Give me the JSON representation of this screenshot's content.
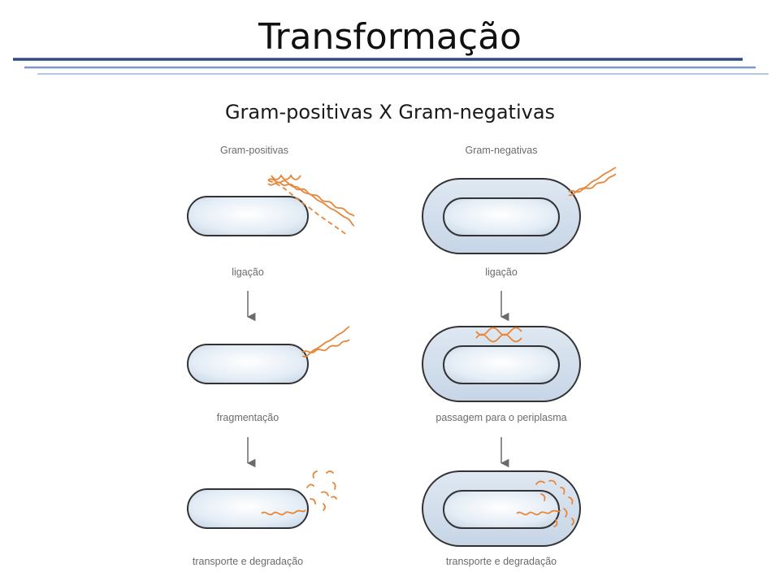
{
  "slide": {
    "title": "Transformação",
    "subtitle": "Gram-positivas X Gram-negativas"
  },
  "columns": {
    "gram_positive": {
      "heading": "Gram-positivas",
      "steps": [
        "ligação",
        "fragmentação",
        "transporte e degradação"
      ]
    },
    "gram_negative": {
      "heading": "Gram-negativas",
      "steps": [
        "ligação",
        "passagem para o periplasma",
        "transporte e degradação"
      ]
    }
  },
  "colors": {
    "dna": "#e8873a",
    "cell_fill": "#dfe9f3",
    "outline": "#333333",
    "arrow": "#6b6b6b",
    "rule_dark": "#2f4a7d",
    "rule_mid": "#7f97c3",
    "rule_light": "#b9c8e2"
  }
}
